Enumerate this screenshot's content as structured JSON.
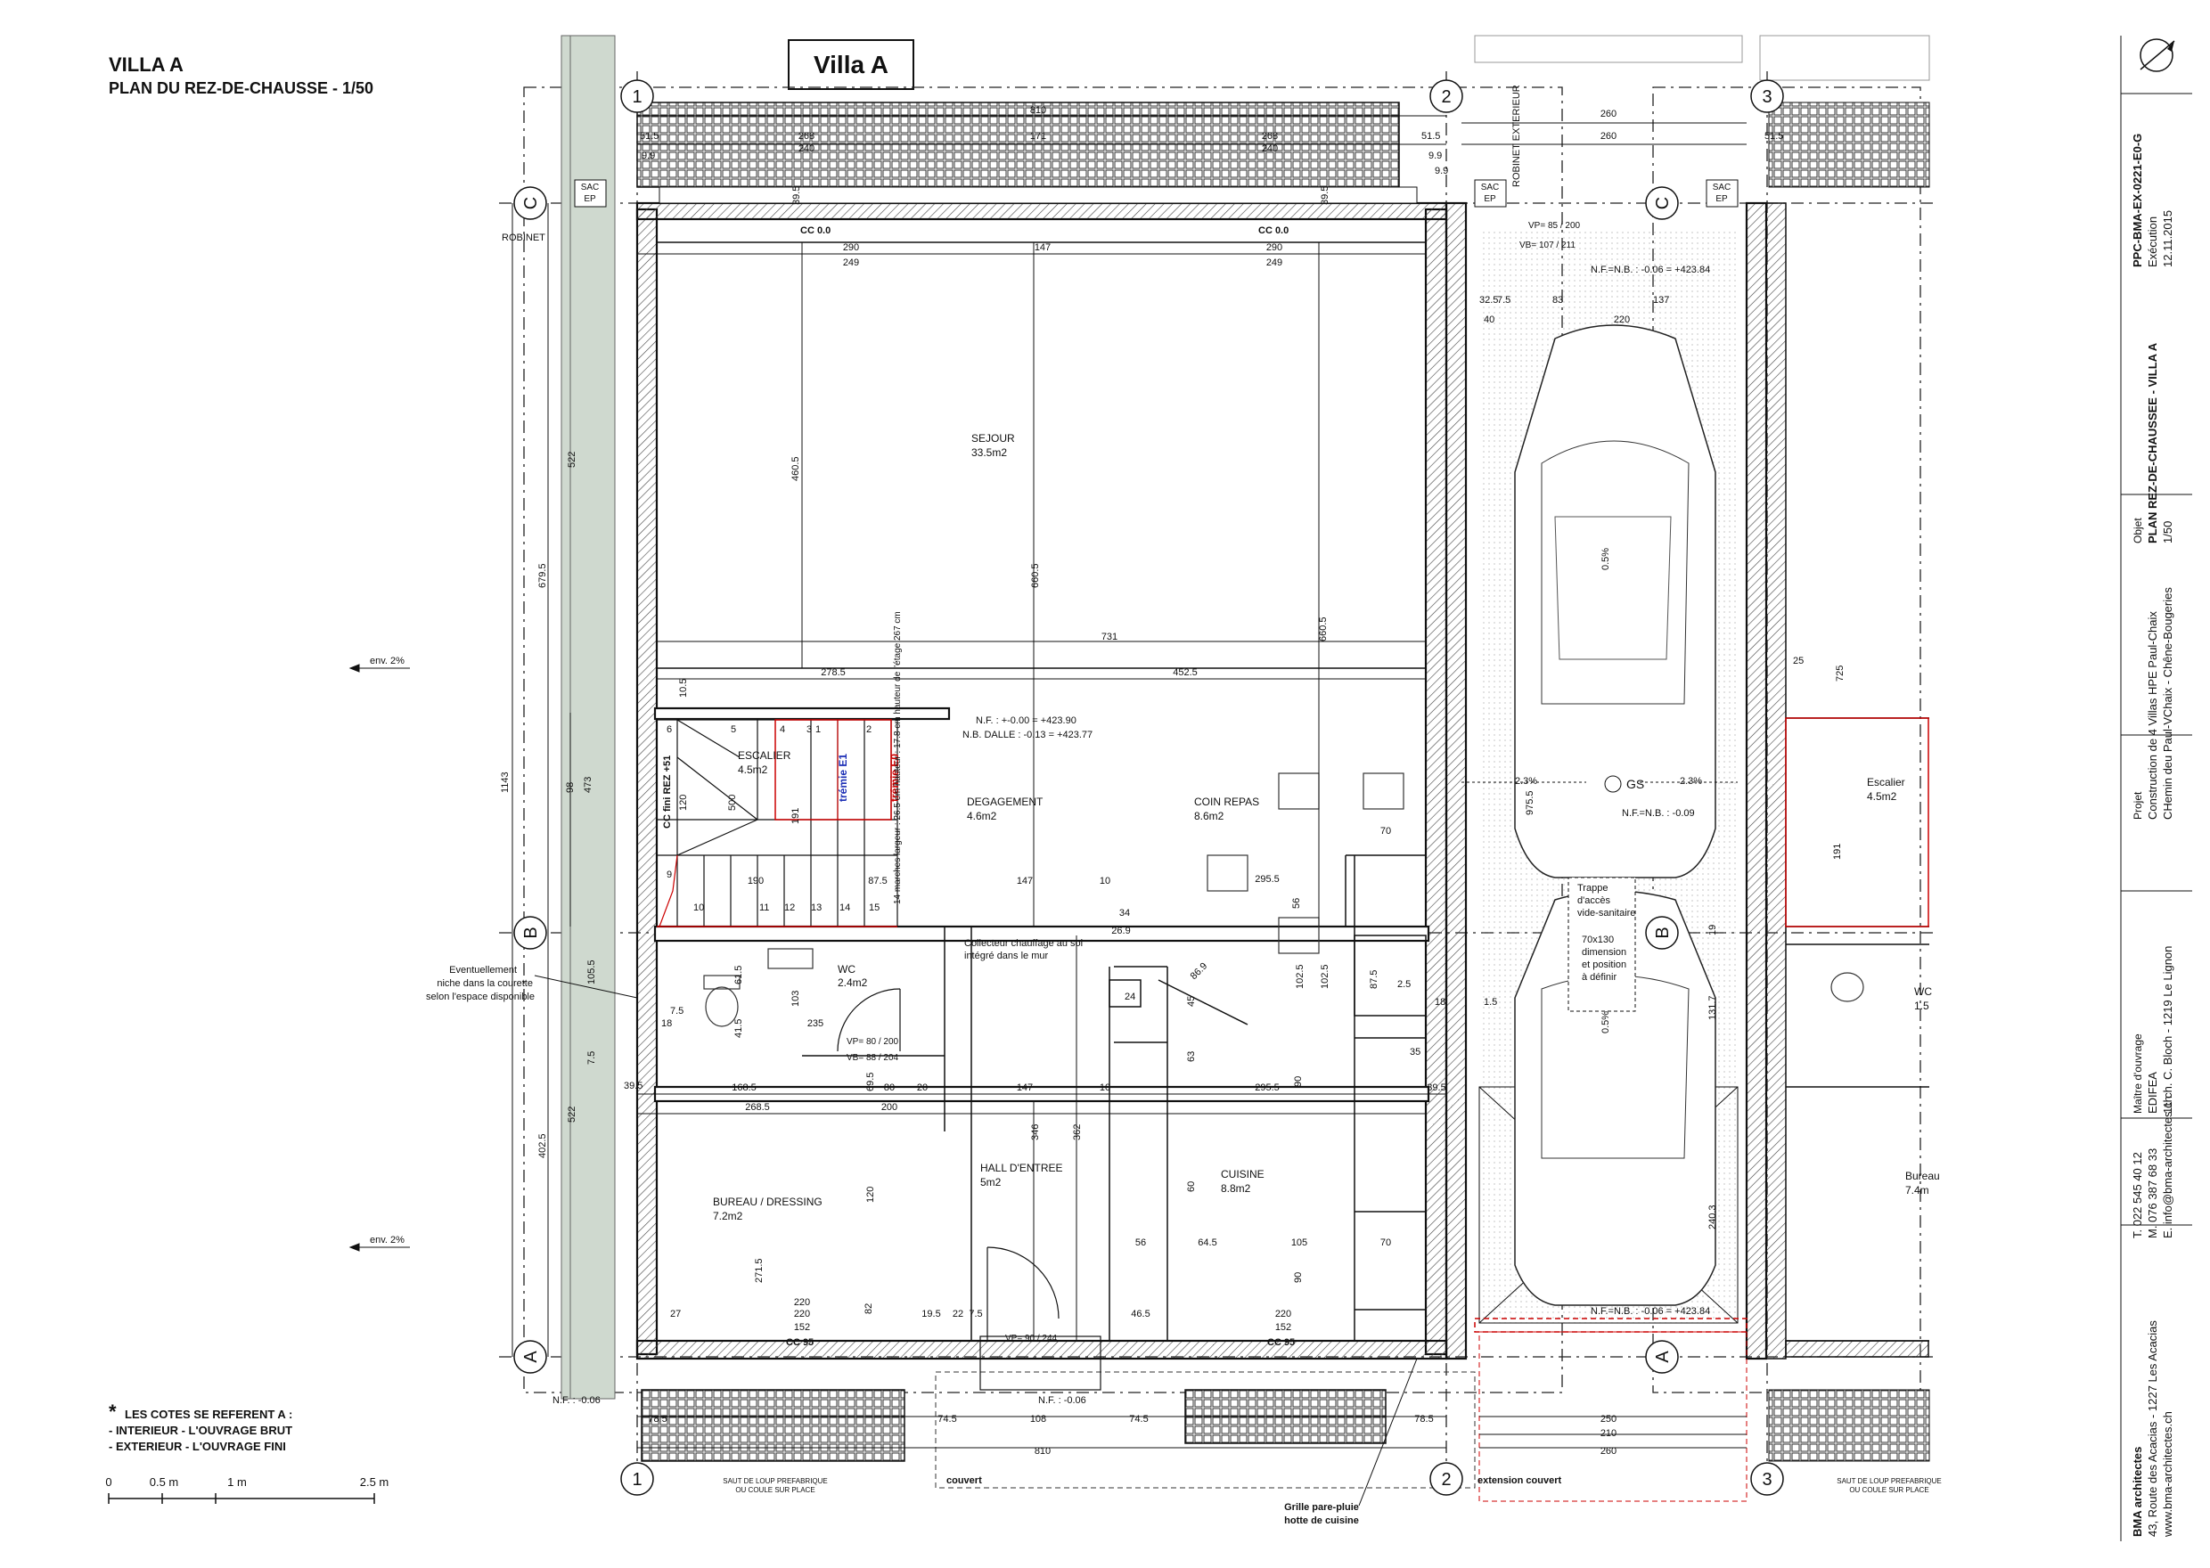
{
  "header": {
    "title": "VILLA A",
    "subtitle": "PLAN DU REZ-DE-CHAUSSE  -  1/50",
    "plan_label": "Villa A"
  },
  "axes": {
    "col1": "1",
    "col2": "2",
    "col3": "3",
    "rowA": "A",
    "rowB": "B",
    "rowC": "C"
  },
  "rooms": {
    "sejour_name": "SEJOUR",
    "sejour_area": "33.5m2",
    "escalier_name": "ESCALIER",
    "escalier_area": "4.5m2",
    "degagement_name": "DEGAGEMENT",
    "degagement_area": "4.6m2",
    "coin_repas_name": "COIN REPAS",
    "coin_repas_area": "8.6m2",
    "wc_name": "WC",
    "wc_area": "2.4m2",
    "hall_name": "HALL D'ENTREE",
    "hall_area": "5m2",
    "cuisine_name": "CUISINE",
    "cuisine_area": "8.8m2",
    "bureau_name": "BUREAU /  DRESSING",
    "bureau_area": "7.2m2",
    "escalier_b_name": "Escalier",
    "escalier_b_area": "4.5m2",
    "wc_b_name": "WC",
    "wc_b_area": "1.5",
    "bureau_b_name": "Bureau",
    "bureau_b_area": "7.4m"
  },
  "labels": {
    "sac_ep": "SAC\nEP",
    "robinet": "ROBINET",
    "robinet_ext": "ROBINET\nEXTERIEUR",
    "cc00": "CC 0.0",
    "cc95": "CC 95",
    "cc_fini": "CC fini REZ +51",
    "tremie_e1": "trémie E1",
    "tremie_e0": "trémie E0",
    "nf_main": "N.F. : +-0.00 = +423.90",
    "nb_dalle": "N.B. DALLE : -0.13 = +423.77",
    "nf_garage_top": "N.F.=N.B. : -0.06 = +423.84",
    "nf_garage_mid": "N.F.=N.B. : -0.09",
    "nf_garage_bot": "N.F.=N.B. : -0.06 = +423.84",
    "nf_ext": "N.F. : -0.06",
    "nf_ext2": "N.F. : -0.06",
    "gs": "GS",
    "slope_05a": "0.5%",
    "slope_05b": "0.5%",
    "slope_23a": "2.3%",
    "slope_23b": "2.3%",
    "env2_a": "env. 2%",
    "env2_b": "env. 2%",
    "trappe": "Trappe\nd'accès\nvide-sanitaire",
    "trappe_dim": "70x130\ndimension\net position\nà définir",
    "collecteur": "Collecteur chauffage au sol\nintégré dans le mur",
    "eventuellement": "Eventuellement\nniche dans la courette\nselon l'espace disponible",
    "marches": "14 marches\nlargeur : 26.5 cm\nhauteur : 17.8 cm\nhauteur de l'étage 267 cm",
    "vp_wc": "VP= 80 / 200",
    "vb_wc": "VB= 88 / 204",
    "vp_entree": "VP= 90 / 244",
    "vp_garage": "VP= 85 / 200",
    "vb_garage": "VB= 107 / 211",
    "couvert": "couvert",
    "extension_couvert": "extension couvert",
    "grille": "Grille pare-pluie\nhotte de cuisine",
    "saut_de_loup": "SAUT DE LOUP PREFABRIQUE\nOU COULE SUR PLACE"
  },
  "notes": {
    "star": "*",
    "line1": "LES COTES SE REFERENT A :",
    "line2": "- INTERIEUR - L'OUVRAGE BRUT",
    "line3": "- EXTERIEUR - L'OUVRAGE FINI"
  },
  "scale_bar": {
    "t0": "0",
    "t1": "0.5 m",
    "t2": "1 m",
    "t3": "2.5 m"
  },
  "title_block": {
    "doc_ref": "PPC-BMA-EX-0221-E0-G",
    "phase": "Exécution",
    "date": "12.11.2015",
    "objet_label": "Objet",
    "objet_1": "PLAN REZ-DE-CHAUSSEE - VILLA A",
    "objet_2": "1/50",
    "projet_label": "Projet",
    "projet_1": "Construction de 4 Villas HPE Paul-Chaix",
    "projet_2": "CHemin deu Paul-VChaix - Chêne-Bougeries",
    "mo_label": "Maître d'ouvrage",
    "mo_1": "EDIFEA",
    "mo_2": "11 ch. C. Bloch - 1219 Le Lignon",
    "tel": "T.   022 545 40 12",
    "mob": "M.  076 387 68 33",
    "mail": "E.  info@bma-architectes.ch",
    "arch_1": "BMA architectes",
    "arch_2": "43, Route des Acacias - 1227 Les Acacias",
    "arch_3": "www.bma-architectes.ch"
  },
  "dims": {
    "d_810t": "810",
    "d_171": "171",
    "d_268a": "268",
    "d_268b": "268",
    "d_240a": "240",
    "d_240b": "240",
    "d_515a": "51.5",
    "d_515b": "51.5",
    "d_515c": "51.5",
    "d_99a": "9.9",
    "d_99b": "9.9",
    "d_99c": "9.9",
    "d_290a": "290",
    "d_290b": "290",
    "d_249a": "249",
    "d_249b": "249",
    "d_147a": "147",
    "d_260a": "260",
    "d_260b": "260",
    "d_395a": "39.5",
    "d_395b": "39.5",
    "d_4605": "460.5",
    "d_6605a": "660.5",
    "d_6605b": "660.5",
    "d_731": "731",
    "d_2785": "278.5",
    "d_4525": "452.5",
    "d_105": "10.5",
    "d_522a": "522",
    "d_522b": "522",
    "d_6795": "679.5",
    "d_1143": "1143",
    "d_98": "98",
    "d_473": "473",
    "d_4025": "402.5",
    "d_105b": "105.5",
    "d_75a": "7.5",
    "d_75b": "7.5",
    "d_395l": "39.5",
    "d_1685": "168.5",
    "d_80": "80",
    "d_20": "20",
    "d_147b": "147",
    "d_10": "10",
    "d_2955a": "295.5",
    "d_395r": "39.5",
    "d_2685": "268.5",
    "d_200": "200",
    "d_346": "346",
    "d_362": "362",
    "d_120a": "120",
    "d_2715": "271.5",
    "d_82": "82",
    "d_27a": "27",
    "d_220a": "220",
    "d_152a": "152",
    "d_195": "19.5",
    "d_22": "22",
    "d_75c": "7.5",
    "d_465": "46.5",
    "d_220b": "220",
    "d_152b": "152",
    "d_785a": "78.5",
    "d_108": "108",
    "d_745a": "74.5",
    "d_745b": "74.5",
    "d_785b": "78.5",
    "d_810b": "810",
    "d_250": "250",
    "d_210": "210",
    "d_260c": "260",
    "d_56a": "56",
    "d_645": "64.5",
    "d_105c": "105",
    "d_70a": "70",
    "d_70b": "70",
    "d_2955b": "295.5",
    "d_34": "34",
    "d_269": "26.9",
    "d_90a": "90",
    "d_90b": "90",
    "d_1025a": "102.5",
    "d_1025b": "102.5",
    "d_875": "87.5",
    "d_25": "2.5",
    "d_15": "1.5",
    "d_18a": "18",
    "d_35": "35",
    "d_63": "63",
    "d_60": "60",
    "d_24": "24",
    "d_45": "45",
    "d_869": "86.9",
    "d_190": "190",
    "d_875b": "87.5",
    "d_147c": "147",
    "d_10b": "10",
    "d_56b": "56",
    "d_615": "61.5",
    "d_415": "41.5",
    "d_103": "103",
    "d_235": "235",
    "d_18b": "18",
    "d_695": "69.5",
    "d_220c": "220",
    "d_325": "32.5",
    "d_75d": "7.5",
    "d_83": "83",
    "d_137": "137",
    "d_40": "40",
    "d_220d": "220",
    "d_9755": "975.5",
    "d_1317": "131.7",
    "d_2403": "240.3",
    "d_19": "19",
    "d_725": "725",
    "d_25b": "25",
    "d_191a": "191",
    "d_191b": "191",
    "d_500": "500",
    "d_120b": "120",
    "stair_1": "1",
    "stair_2": "2",
    "stair_3": "3",
    "stair_4": "4",
    "stair_5": "5",
    "stair_6": "6",
    "stair_9": "9",
    "stair_10": "10",
    "stair_11": "11",
    "stair_12": "12",
    "stair_13": "13",
    "stair_14": "14",
    "stair_15": "15"
  }
}
